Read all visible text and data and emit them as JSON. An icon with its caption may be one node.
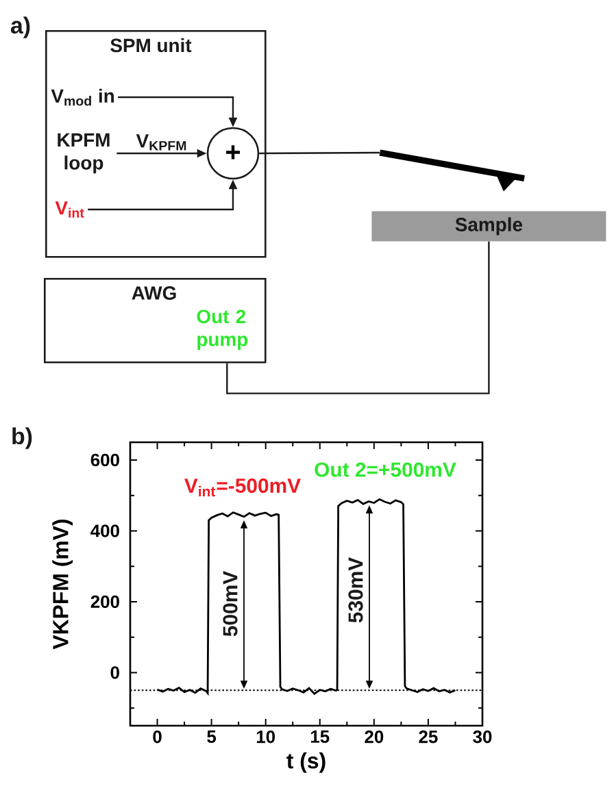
{
  "diagram": {
    "nodes": [
      {
        "text": [
          "SPM unit"
        ]
      },
      {
        "text": [
          "V$_{mod}$ in"
        ],
        "in": 0
      },
      {
        "text": [
          "KPFM loop"
        ],
        "in": 0
      },
      {
        "text": [
          "V$_{int}$"
        ],
        "in": 0
      },
      {
        "text": [
          "+"
        ],
        "in": 0
      },
      {
        "text": [],
        "shape": "bar"
      },
      {
        "text": [
          "Sample"
        ]
      },
      {
        "text": [
          "AWG",
          "Out 2 pump"
        ]
      }
    ],
    "edges": [
      {
        "from": 1,
        "to": 4,
        "arrow": "to"
      },
      {
        "from": 2,
        "to": 4,
        "arrow": "to",
        "label": "V$_{KPFM}$"
      },
      {
        "from": 3,
        "to": 4,
        "arrow": "to"
      },
      {
        "from": 4,
        "to": 5,
        "arrow": "none"
      },
      {
        "from": 7,
        "to": 6,
        "arrow": "none"
      }
    ],
    "labels": [
      "a)",
      "b)"
    ],
    "chart_data": {
      "type": "line",
      "xlabel": "t (s)",
      "ylabel": "VKPFM (mV)",
      "x": [
        0,
        0.5,
        1,
        1.5,
        2,
        2.5,
        3,
        3.5,
        4,
        4.5,
        4.65,
        4.75,
        5,
        5.5,
        6,
        6.5,
        7,
        7.5,
        8,
        8.5,
        9,
        9.5,
        10,
        10.5,
        11,
        11.2,
        11.35,
        11.5,
        12,
        12.5,
        13,
        13.5,
        14,
        14.5,
        15,
        15.5,
        16,
        16.5,
        16.6,
        16.7,
        17,
        17.5,
        18,
        18.5,
        19,
        19.5,
        20,
        20.5,
        21,
        21.5,
        22,
        22.5,
        22.7,
        22.85,
        23,
        23.5,
        24,
        24.5,
        25,
        25.5,
        26,
        26.5,
        27,
        27.5
      ],
      "series": [
        {
          "color": "#000000",
          "values": [
            -48,
            -54,
            -46,
            -51,
            -43,
            -55,
            -49,
            -57,
            -45,
            -52,
            -58,
            430,
            437,
            444,
            449,
            441,
            452,
            446,
            440,
            450,
            443,
            448,
            451,
            442,
            447,
            445,
            -40,
            -47,
            -52,
            -45,
            -50,
            -56,
            -44,
            -60,
            -49,
            -53,
            -46,
            -51,
            -48,
            470,
            478,
            485,
            480,
            487,
            476,
            483,
            479,
            489,
            482,
            477,
            486,
            481,
            475,
            -38,
            -45,
            -50,
            -55,
            -47,
            -52,
            -44,
            -53,
            -49,
            -56,
            -50
          ]
        }
      ],
      "xlim": [
        -2.5,
        30
      ],
      "ylim": [
        -150,
        650
      ],
      "xticks": [
        0,
        5,
        10,
        15,
        20,
        25,
        30
      ],
      "yticks": [
        0,
        200,
        400,
        600
      ],
      "annotations": [
        "V$_{int}$=-500mV",
        "Out 2=+500mV",
        "500mV",
        "530mV"
      ],
      "ref_lines": [
        {
          "axis": "y",
          "value": -50
        }
      ]
    }
  }
}
